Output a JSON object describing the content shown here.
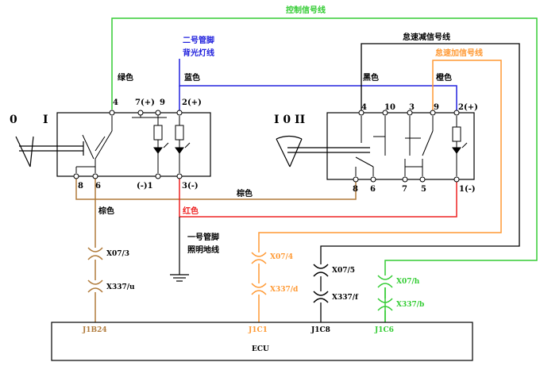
{
  "colors": {
    "green": "#33cc33",
    "blue": "#2222dd",
    "orange": "#ff9933",
    "brown": "#b07a3a",
    "red": "#ee2222",
    "black": "#000000"
  },
  "wires": {
    "control_signal": "控制信号线",
    "speed_down_signal": "怠速减信号线",
    "speed_up_signal": "怠速加信号线",
    "backlight_line_1": "二号管脚",
    "backlight_line_2": "背光灯线",
    "lighting_ground_1": "一号管脚",
    "lighting_ground_2": "照明地线"
  },
  "colors_text": {
    "green": "绿色",
    "blue": "蓝色",
    "black": "黑色",
    "orange": "橙色",
    "brown": "棕色",
    "brown2": "棕色",
    "red": "红色"
  },
  "left_switch": {
    "pos_0": "0",
    "pos_1": "I",
    "pins": {
      "p4": "4",
      "p7": "7(+)",
      "p9": "9",
      "p2": "2(+)",
      "p8": "8",
      "p6": "6",
      "p1": "(-)1",
      "p3": "3(-)"
    }
  },
  "right_switch": {
    "positions": "I 0 II",
    "pins": {
      "p4": "4",
      "p10": "10",
      "p3": "3",
      "p9": "9",
      "p2": "2(+)",
      "p8": "8",
      "p6": "6",
      "p7": "7",
      "p5": "5",
      "p1": "1(-)"
    }
  },
  "connectors": {
    "brown_top": "X07/3",
    "brown_bottom": "X337/u",
    "orange_top": "X07/4",
    "orange_bottom": "X337/d",
    "black_top": "X07/5",
    "black_bottom": "X337/f",
    "green_top": "X07/h",
    "green_bottom": "X337/b"
  },
  "ecu": {
    "label": "ECU",
    "pins": {
      "j1b24": "J1B24",
      "j1c1": "J1C1",
      "j1c8": "J1C8",
      "j1c6": "J1C6"
    }
  }
}
